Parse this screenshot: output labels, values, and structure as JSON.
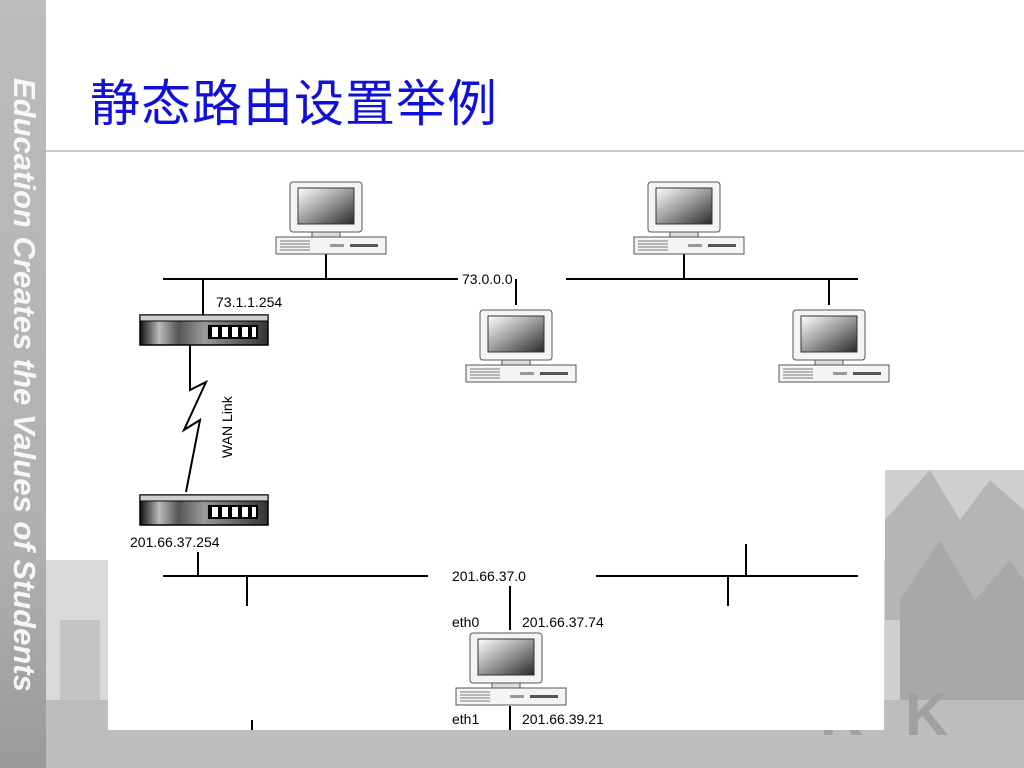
{
  "slide": {
    "title": "静态路由设置举例",
    "sidebar_text": "Education Creates the Values of Students",
    "accent_color": "#1010d8"
  },
  "diagram": {
    "top_network_label": "73.0.0.0",
    "router_top_ip": "73.1.1.254",
    "wan_link_label": "WAN Link",
    "router_bottom_ip": "201.66.37.254",
    "bottom_network_label": "201.66.37.0",
    "eth0_label": "eth0",
    "eth0_ip": "201.66.37.74",
    "eth1_label": "eth1",
    "eth1_ip": "201.66.39.21"
  }
}
